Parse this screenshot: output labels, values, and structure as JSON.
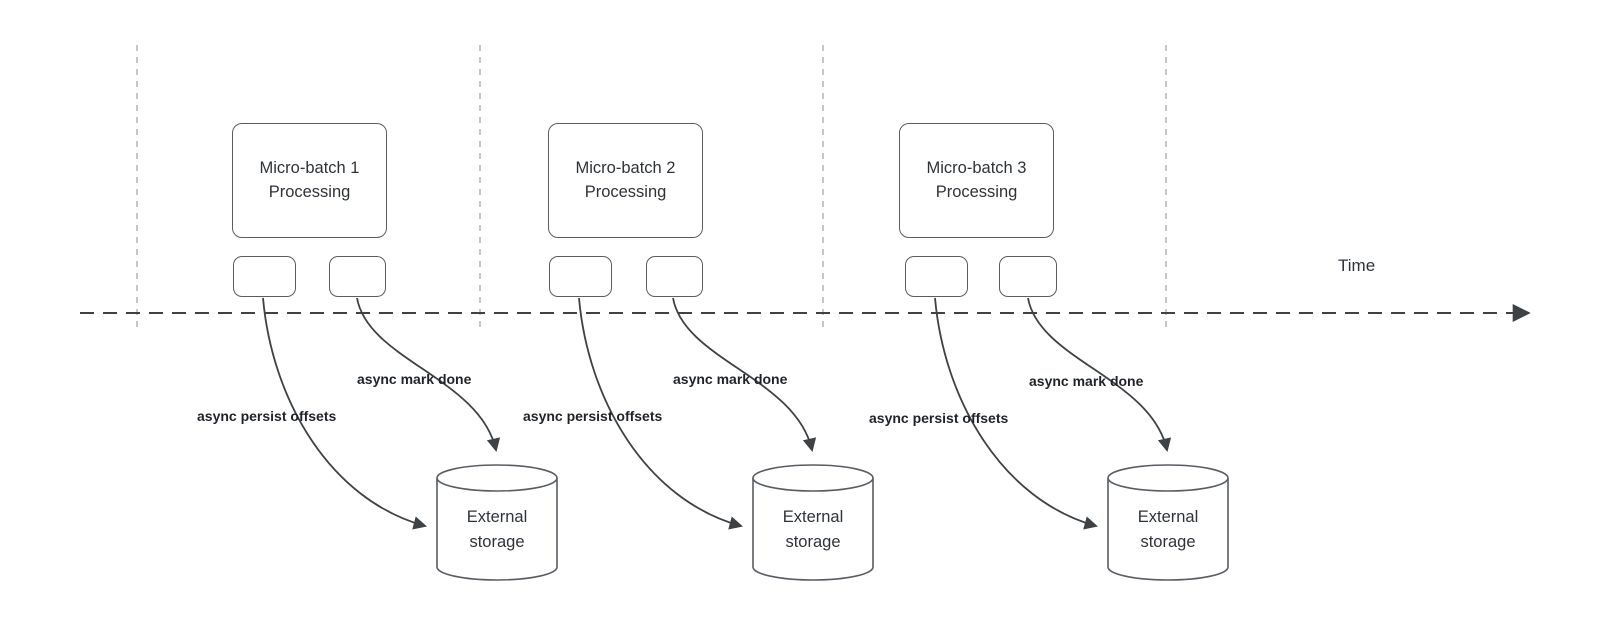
{
  "colors": {
    "stroke": "#3f4245",
    "box_border": "#585d63",
    "guide_line": "#b6bbc1",
    "text": "#2e3338"
  },
  "timeline": {
    "label": "Time"
  },
  "groups": [
    {
      "title": "Micro-batch 1 Processing",
      "persist_label": "async persist offsets",
      "done_label": "async mark done",
      "storage_label": "External storage"
    },
    {
      "title": "Micro-batch 2 Processing",
      "persist_label": "async persist offsets",
      "done_label": "async mark done",
      "storage_label": "External storage"
    },
    {
      "title": "Micro-batch 3 Processing",
      "persist_label": "async persist offsets",
      "done_label": "async mark done",
      "storage_label": "External storage"
    }
  ]
}
